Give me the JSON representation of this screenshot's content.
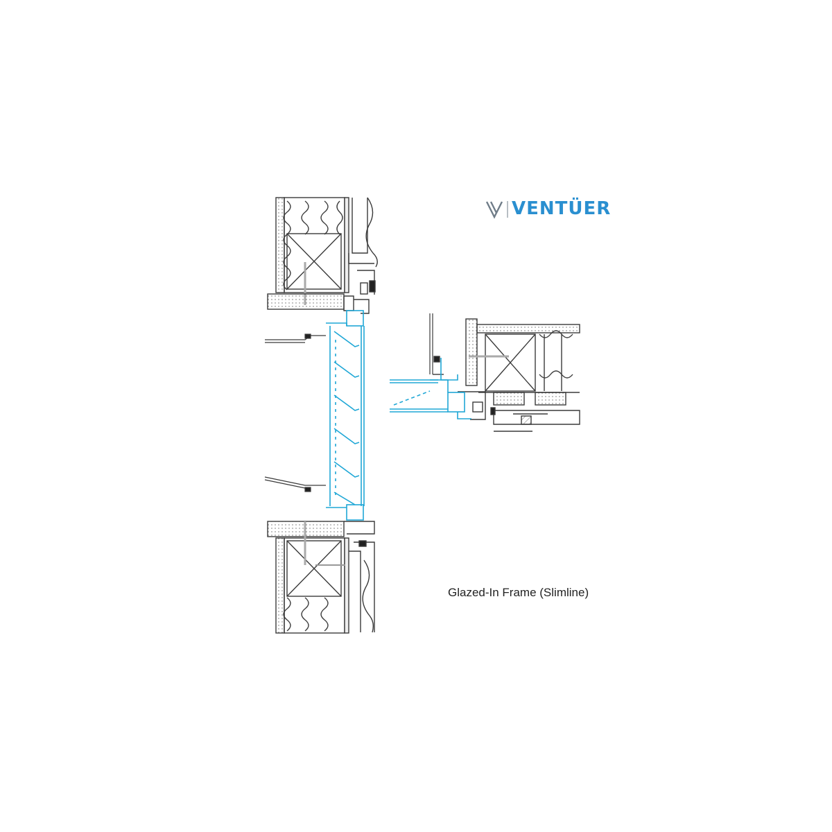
{
  "brand": {
    "name": "VENTÜER",
    "mark": "V",
    "color": "#2a8fd0",
    "mark_color": "#6f7c88"
  },
  "caption": "Glazed-In Frame (Slimline)",
  "colors": {
    "linework": "#3a3a3a",
    "louvre": "#1fa7d6",
    "background": "#ffffff"
  }
}
